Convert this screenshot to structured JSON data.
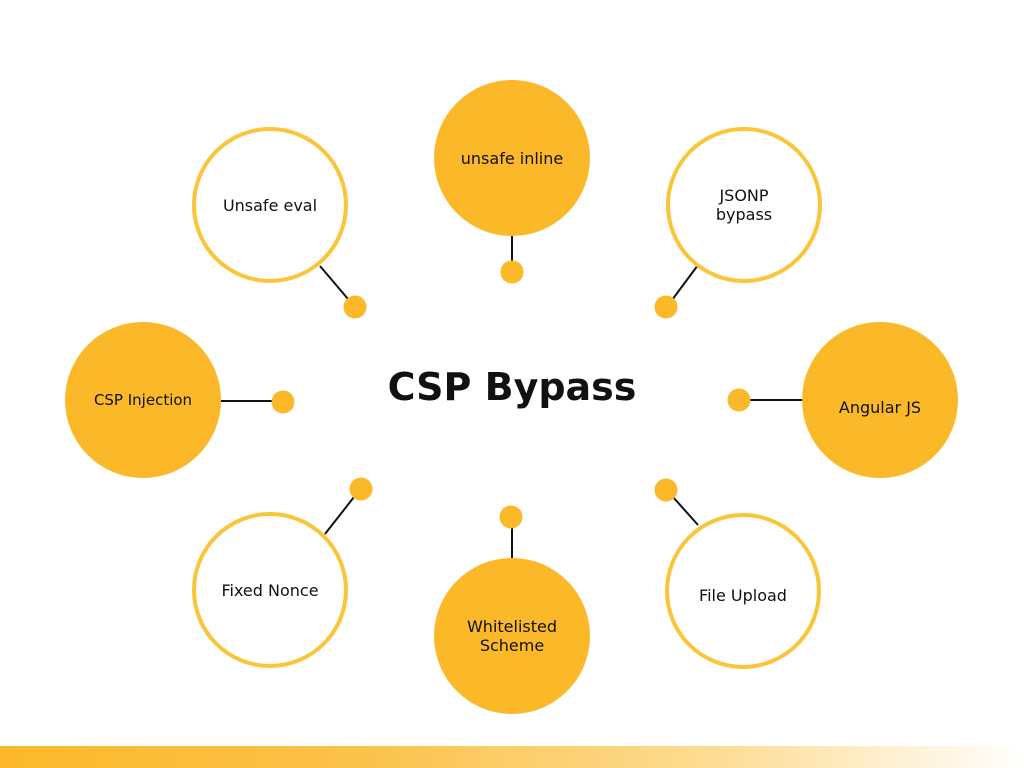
{
  "title": "CSP Bypass",
  "accent_color": "#FBB829",
  "nodes": {
    "unsafe_inline": {
      "label": "unsafe inline",
      "style": "filled"
    },
    "jsonp_bypass": {
      "label": "JSONP\nbypass",
      "style": "outlined"
    },
    "angular_js": {
      "label": "Angular JS",
      "style": "filled"
    },
    "file_upload": {
      "label": "File Upload",
      "style": "outlined"
    },
    "whitelisted_scheme": {
      "label": "Whitelisted\nScheme",
      "style": "filled"
    },
    "fixed_nonce": {
      "label": "Fixed Nonce",
      "style": "outlined"
    },
    "csp_injection": {
      "label": "CSP Injection",
      "style": "filled"
    },
    "unsafe_eval": {
      "label": "Unsafe eval",
      "style": "outlined"
    }
  }
}
